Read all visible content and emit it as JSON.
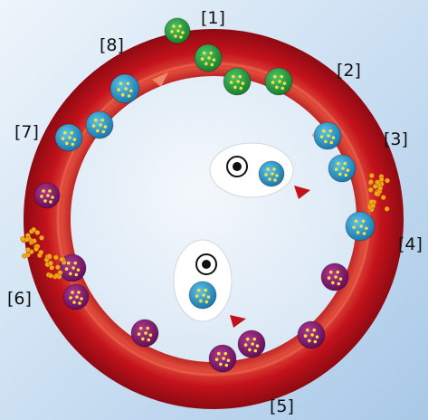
{
  "labels": {
    "l1": "[1]",
    "l2": "[2]",
    "l3": "[3]",
    "l4": "[4]",
    "l5": "[5]",
    "l6": "[6]",
    "l7": "[7]",
    "l8": "[8]"
  },
  "colors": {
    "ring_outer": "#c4121c",
    "ring_inner": "#e24a3a",
    "green_cell": "#1e9a3a",
    "blue_cell": "#1d8fc4",
    "purple_cell": "#7a1470",
    "cell_dots": "#f6e23a",
    "free_dots": "#f2a81c",
    "host_cell": "#ffffff",
    "arrow": "#c4121c"
  }
}
